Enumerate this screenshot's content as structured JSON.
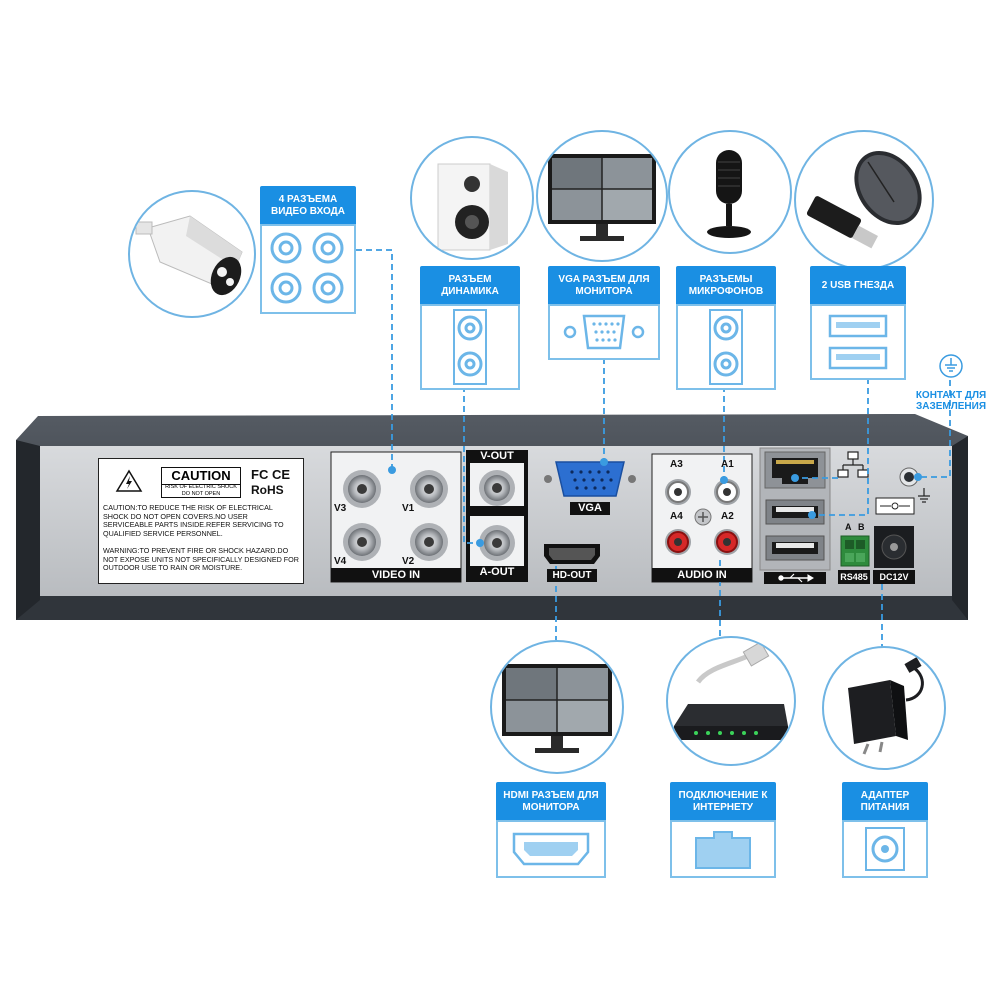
{
  "callouts": {
    "video_in": "4 РАЗЪЕМА ВИДЕО ВХОДА",
    "speaker": "РАЗЪЕМ ДИНАМИКА",
    "vga": "VGA РАЗЪЕМ ДЛЯ МОНИТОРА",
    "mic": "РАЗЪЕМЫ МИКРОФОНОВ",
    "usb": "2 USB ГНЕЗДА",
    "ground": "КОНТАКТ ДЛЯ ЗАЗЕМЛЕНИЯ",
    "hdmi": "HDMI РАЗЪЕМ ДЛЯ МОНИТОРА",
    "internet": "ПОДКЛЮЧЕНИЕ К ИНТЕРНЕТУ",
    "power": "АДАПТЕР ПИТАНИЯ"
  },
  "panel": {
    "caution_title": "CAUTION",
    "caution_sub": "RISK OF ELECTRIC SHOCK DO NOT OPEN",
    "fc": "FC CE",
    "rohs": "RoHS",
    "caution_text": "CAUTION:TO REDUCE THE RISK OF ELECTRICAL SHOCK DO NOT OPEN COVERS.NO USER SERVICEABLE PARTS INSIDE.REFER SERVICING TO QUALIFIED SERVICE PERSONNEL.",
    "warning_text": "WARNING:TO PREVENT FIRE OR SHOCK HAZARD.DO NOT EXPOSE UNITS NOT SPECIFICALLY DESIGNED FOR OUTDOOR USE TO RAIN OR MOISTURE.",
    "v1": "V1",
    "v2": "V2",
    "v3": "V3",
    "v4": "V4",
    "video_in": "VIDEO IN",
    "v_out": "V-OUT",
    "a_out": "A-OUT",
    "vga": "VGA",
    "hd_out": "HD-OUT",
    "a1": "A1",
    "a2": "A2",
    "a3": "A3",
    "a4": "A4",
    "audio_in": "AUDIO IN",
    "a": "A",
    "b": "B",
    "rs485": "RS485",
    "dc12v": "DC12V"
  },
  "colors": {
    "accent": "#1a8fe3",
    "line": "#3a9be0",
    "chassis": "#3b4048",
    "panel": "#c9ccd0"
  }
}
